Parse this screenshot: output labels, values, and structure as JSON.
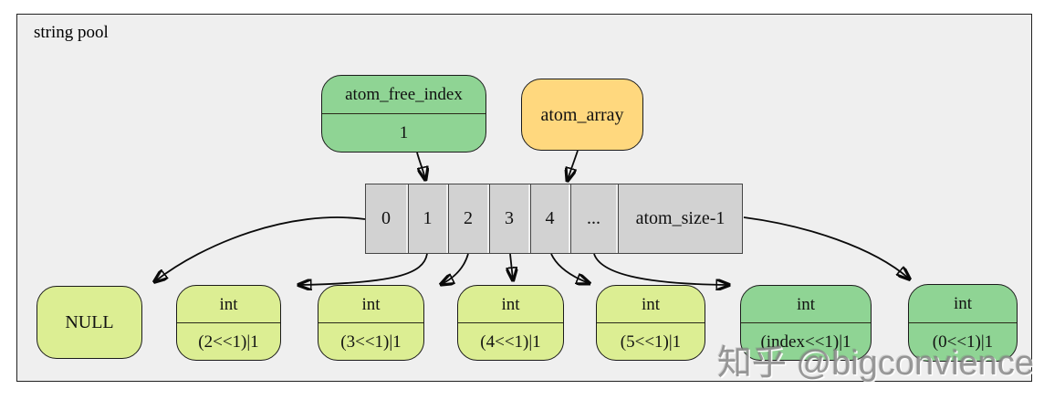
{
  "title": "string pool",
  "pointers": {
    "atom_free_index": {
      "name": "atom_free_index",
      "value": "1"
    },
    "atom_array": {
      "name": "atom_array"
    }
  },
  "array": {
    "cells": [
      "0",
      "1",
      "2",
      "3",
      "4",
      "...",
      "atom_size-1"
    ]
  },
  "bottom_nodes": [
    {
      "label": "NULL"
    },
    {
      "type": "int",
      "value": "(2<<1)|1"
    },
    {
      "type": "int",
      "value": "(3<<1)|1"
    },
    {
      "type": "int",
      "value": "(4<<1)|1"
    },
    {
      "type": "int",
      "value": "(5<<1)|1"
    },
    {
      "type": "int",
      "value": "(index<<1)|1"
    },
    {
      "type": "int",
      "value": "(0<<1)|1"
    }
  ],
  "watermark": "知乎 @bigconvience",
  "colors": {
    "canvas_background": "#efefef",
    "pointer_green": "#8fd494",
    "pointer_orange": "#ffd87e",
    "array_cell_gray": "#d2d2d2",
    "atom_yellow_green": "#dcee93",
    "atom_green": "#8fd494",
    "edge_black": "#0a0a0a"
  }
}
